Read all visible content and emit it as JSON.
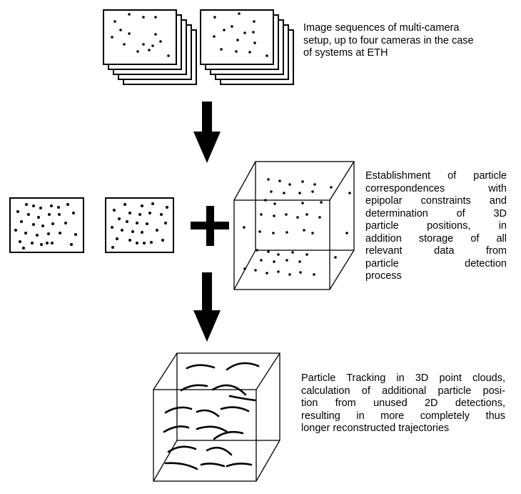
{
  "steps": [
    {
      "id": "image-sequences",
      "caption_lines": [
        "Image sequences of multi-camera",
        "setup, up to four cameras in the case",
        "of systems at ETH"
      ]
    },
    {
      "id": "correspondences",
      "caption_lines": [
        "Establishment of particle",
        "correspondences with",
        "epipolar constraints and",
        "determination of 3D",
        "particle positions, in",
        "addition storage of all",
        "relevant data from",
        "particle detection",
        "process"
      ]
    },
    {
      "id": "tracking",
      "caption_lines": [
        "Particle Tracking in 3D point clouds,",
        "calculation of additional particle posi-",
        "tion from unused 2D detections,",
        "resulting in more completely thus",
        "longer reconstructed trajectories"
      ]
    }
  ],
  "colors": {
    "ink": "#000000",
    "background": "#ffffff"
  }
}
